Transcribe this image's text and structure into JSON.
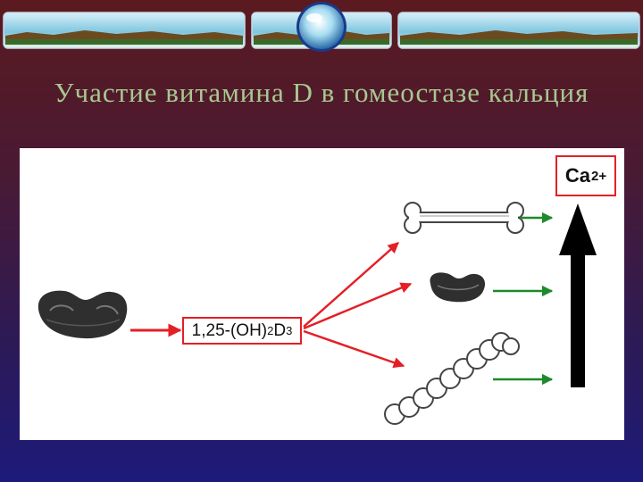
{
  "slide": {
    "title": "Участие витамина D в гомеостазе кальция"
  },
  "diagram": {
    "hormone": {
      "prefix": "1,25-(OH)",
      "sub1": "2",
      "base": "D",
      "sub2": "3"
    },
    "calcium": {
      "symbol": "Ca",
      "charge": "2+"
    },
    "targets": [
      "bone-icon",
      "kidney-icon",
      "intestine-icon"
    ],
    "source": "kidney-icon",
    "colors": {
      "red_arrow": "#e41f25",
      "green_arrow": "#1d8a2b",
      "black_arrow": "#000000",
      "title_text": "#a8c890",
      "label_border": "#e41f25"
    }
  }
}
